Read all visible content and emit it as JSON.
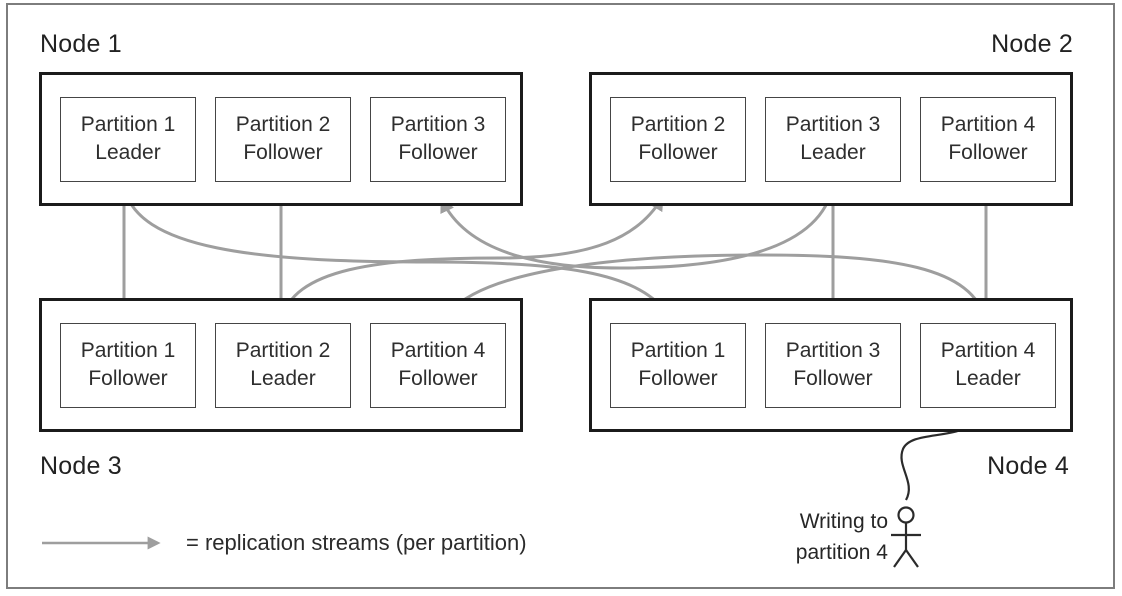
{
  "diagram": {
    "title_context": "partition replication across nodes",
    "nodes": [
      {
        "label": "Node 1",
        "label_position": "top-left",
        "partitions": [
          {
            "partition": "Partition 1",
            "role": "Leader"
          },
          {
            "partition": "Partition 2",
            "role": "Follower"
          },
          {
            "partition": "Partition 3",
            "role": "Follower"
          }
        ]
      },
      {
        "label": "Node 2",
        "label_position": "top-right",
        "partitions": [
          {
            "partition": "Partition 2",
            "role": "Follower"
          },
          {
            "partition": "Partition 3",
            "role": "Leader"
          },
          {
            "partition": "Partition 4",
            "role": "Follower"
          }
        ]
      },
      {
        "label": "Node 3",
        "label_position": "bottom-left",
        "partitions": [
          {
            "partition": "Partition 1",
            "role": "Follower"
          },
          {
            "partition": "Partition 2",
            "role": "Leader"
          },
          {
            "partition": "Partition 4",
            "role": "Follower"
          }
        ]
      },
      {
        "label": "Node 4",
        "label_position": "bottom-right",
        "partitions": [
          {
            "partition": "Partition 1",
            "role": "Follower"
          },
          {
            "partition": "Partition 3",
            "role": "Follower"
          },
          {
            "partition": "Partition 4",
            "role": "Leader"
          }
        ]
      }
    ],
    "replication_streams": [
      {
        "partition": "Partition 1",
        "from": "Node 1",
        "to": "Node 3"
      },
      {
        "partition": "Partition 1",
        "from": "Node 1",
        "to": "Node 4"
      },
      {
        "partition": "Partition 2",
        "from": "Node 3",
        "to": "Node 1"
      },
      {
        "partition": "Partition 2",
        "from": "Node 3",
        "to": "Node 2"
      },
      {
        "partition": "Partition 3",
        "from": "Node 2",
        "to": "Node 4"
      },
      {
        "partition": "Partition 3",
        "from": "Node 2",
        "to": "Node 1"
      },
      {
        "partition": "Partition 4",
        "from": "Node 4",
        "to": "Node 2"
      },
      {
        "partition": "Partition 4",
        "from": "Node 4",
        "to": "Node 3"
      }
    ],
    "legend": {
      "text": "= replication streams (per partition)"
    },
    "writer_annotation": {
      "line1": "Writing to",
      "line2": "partition 4",
      "target": "Partition 4 Leader"
    },
    "colors": {
      "stream": "#9e9e9e",
      "ink": "#2b2b2b",
      "node_border": "#1b1b1b",
      "partition_border": "#454545",
      "outer_border": "#7d7d7d",
      "background": "#ffffff"
    }
  }
}
